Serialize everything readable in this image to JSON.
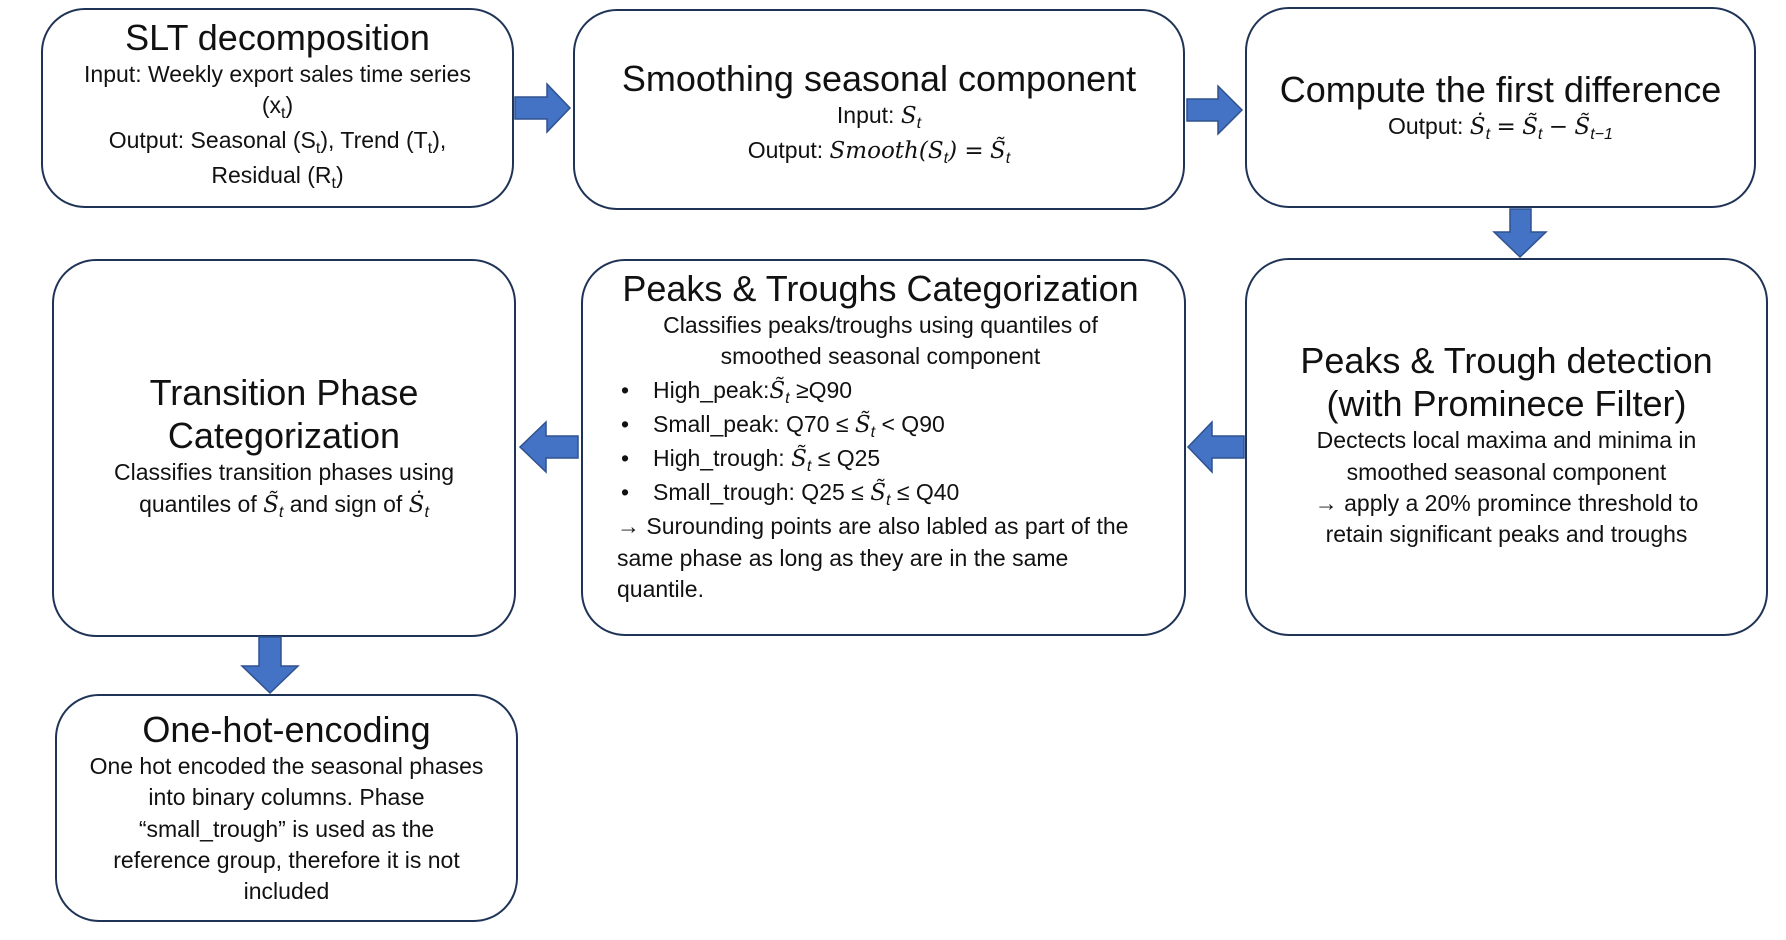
{
  "colors": {
    "box_border": "#1f3356",
    "arrow_fill": "#4472c4",
    "arrow_stroke": "#2f528f"
  },
  "box1": {
    "title": "SLT decomposition",
    "input_label": "Input: Weekly export sales time series",
    "input_var": "(x",
    "input_sub": "t",
    "input_close": ")",
    "output_prefix": "Output: Seasonal (S",
    "seasonal_sub": "t",
    "trend_text": "), Trend (T",
    "trend_sub": "t",
    "trend_close": "),",
    "residual_text": "Residual (R",
    "residual_sub": "t",
    "residual_close": ")"
  },
  "box2": {
    "title": "Smoothing seasonal component",
    "input_label": "Input:",
    "output_label": "Output:",
    "smooth_fn": "Smooth(S",
    "smooth_close": ") =",
    "sym_s": "S",
    "sym_s_tilde": "S̃",
    "sym_sub_t": "t"
  },
  "box3": {
    "title": "Compute the first difference",
    "output_label": "Output:",
    "sym_s_dot": "Ṡ",
    "sym_s_tilde": "S̃",
    "eq": "=",
    "minus": "−",
    "sub_t": "t",
    "sub_t_minus_1": "t−1"
  },
  "box4": {
    "title_line1": "Peaks & Trough detection",
    "title_line2": "(with Prominece Filter)",
    "desc_line1": "Dectects local maxima and minima in",
    "desc_line2": "smoothed seasonal component",
    "desc_line3": "→ apply a 20% promince threshold to",
    "desc_line4": "retain significant peaks and troughs"
  },
  "box5": {
    "title": "Peaks & Troughs Categorization",
    "desc_line1": "Classifies peaks/troughs using quantiles of",
    "desc_line2": "smoothed seasonal component",
    "sym_s_tilde": "S̃",
    "sub_t": "t",
    "bullets": [
      {
        "pre": "High_peak:",
        "post": " ≥Q90"
      },
      {
        "pre": "Small_peak: Q70 ≤ ",
        "post": " < Q90"
      },
      {
        "pre": "High_trough: ",
        "post": " ≤ Q25"
      },
      {
        "pre": "Small_trough: Q25 ≤ ",
        "post": " ≤ Q40"
      }
    ],
    "note_line1": "→ Surounding points are also labled as part of the",
    "note_line2": "same phase as long as they are in the same",
    "note_line3": "quantile."
  },
  "box6": {
    "title_line1": "Transition Phase",
    "title_line2": "Categorization",
    "desc_line1": "Classifies transition phases using",
    "desc_pre": "quantiles of ",
    "desc_mid": " and sign of ",
    "sym_s_tilde": "S̃",
    "sym_s_dot": "Ṡ",
    "sub_t": "t"
  },
  "box7": {
    "title": "One-hot-encoding",
    "desc_line1": "One hot encoded the seasonal phases",
    "desc_line2": "into binary columns. Phase",
    "desc_line3": "“small_trough” is used as the",
    "desc_line4": "reference group, therefore it is not",
    "desc_line5": "included"
  }
}
